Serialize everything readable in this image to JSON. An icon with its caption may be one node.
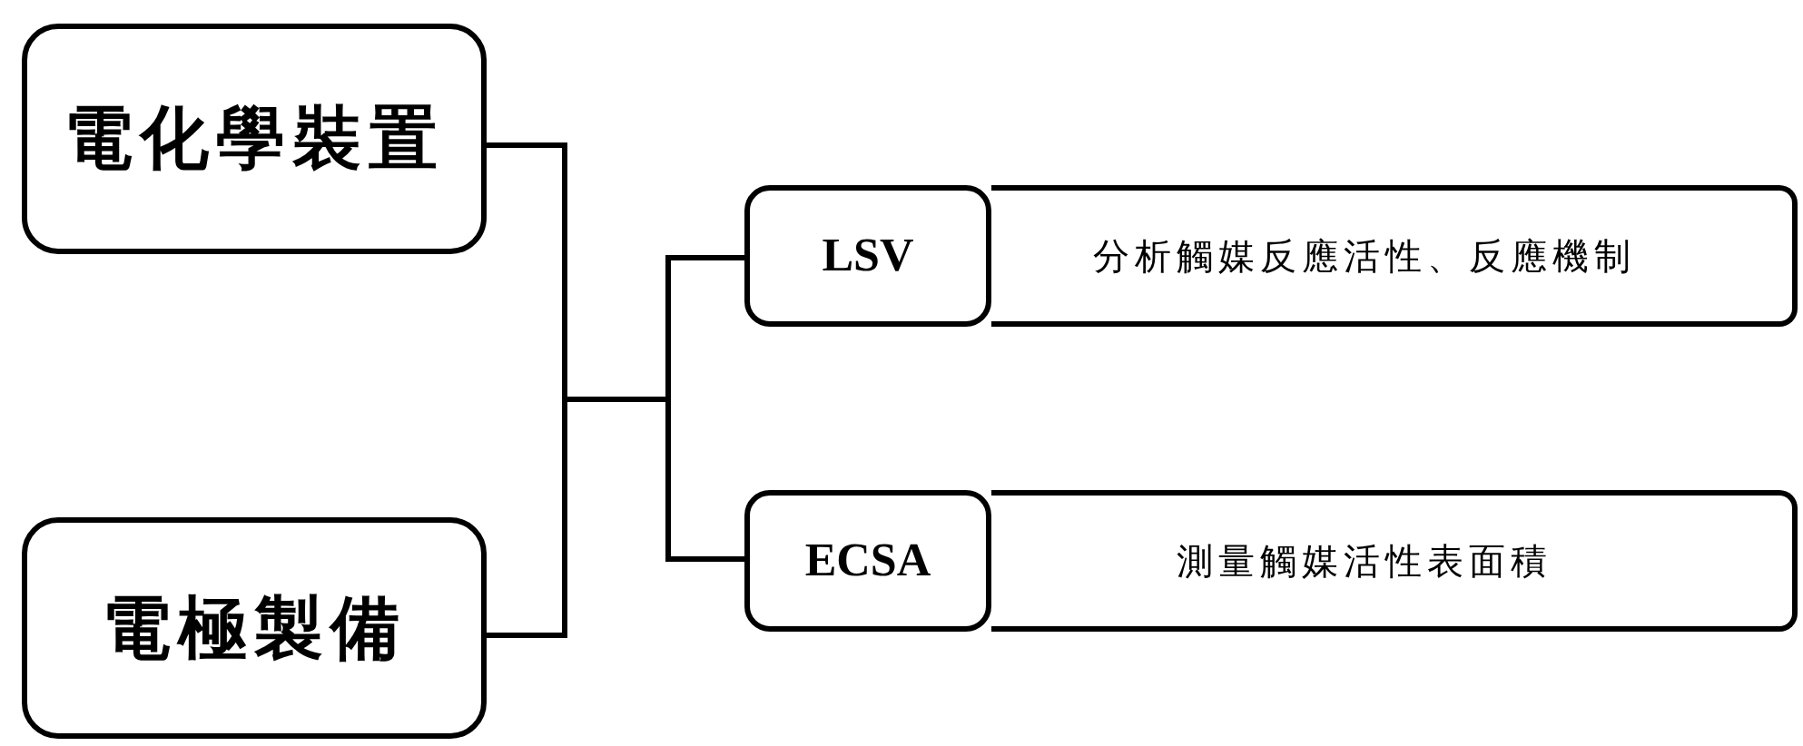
{
  "diagram": {
    "nodes": [
      {
        "text": [
          "電化學裝置"
        ]
      },
      {
        "text": [
          "電極製備"
        ]
      },
      {
        "text": [
          "LSV"
        ]
      },
      {
        "text": [
          "分析觸媒反應活性、反應機制"
        ]
      },
      {
        "text": [
          "ECSA"
        ]
      },
      {
        "text": [
          "測量觸媒活性表面積"
        ]
      }
    ],
    "edges": [
      {
        "from": 0,
        "to": 2,
        "arrow": "none"
      },
      {
        "from": 0,
        "to": 4,
        "arrow": "none"
      },
      {
        "from": 1,
        "to": 2,
        "arrow": "none"
      },
      {
        "from": 1,
        "to": 4,
        "arrow": "none"
      }
    ]
  }
}
